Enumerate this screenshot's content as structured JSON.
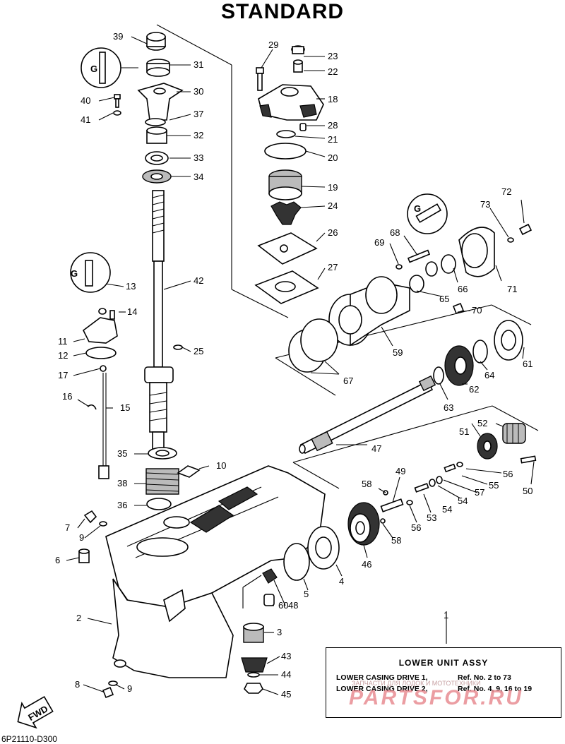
{
  "title": "STANDARD",
  "footer_code": "6P21110-D300",
  "fwd_label": "FWD",
  "assembly_box": {
    "title": "LOWER UNIT ASSY",
    "rows": [
      {
        "label": "LOWER CASING DRIVE 1,",
        "ref": "Ref. No. 2 to 73"
      },
      {
        "label": "LOWER CASING DRIVE 2,",
        "ref": "Ref. No. 4, 9, 16 to 19"
      }
    ]
  },
  "watermark": {
    "text": "PARTSFOR.RU",
    "subtext": "ЗАПЧАСТИ ДЛЯ ЛОДОК И МОТОТЕХНИКИ"
  },
  "callouts": {
    "c1": "1",
    "c2": "2",
    "c3": "3",
    "c4": "4",
    "c5": "5",
    "c6": "6",
    "c7": "7",
    "c8": "8",
    "c9a": "9",
    "c9b": "9",
    "c10": "10",
    "c11": "11",
    "c12": "12",
    "c13": "13",
    "c14": "14",
    "c15": "15",
    "c16": "16",
    "c17": "17",
    "c18": "18",
    "c19": "19",
    "c20": "20",
    "c21": "21",
    "c22": "22",
    "c23": "23",
    "c24": "24",
    "c25": "25",
    "c26": "26",
    "c27": "27",
    "c28": "28",
    "c29": "29",
    "c30": "30",
    "c31": "31",
    "c32": "32",
    "c33": "33",
    "c34": "34",
    "c35": "35",
    "c36": "36",
    "c37": "37",
    "c38": "38",
    "c39": "39",
    "c40": "40",
    "c41": "41",
    "c42": "42",
    "c43": "43",
    "c44": "44",
    "c45": "45",
    "c46": "46",
    "c47": "47",
    "c48": "48",
    "c49": "49",
    "c50": "50",
    "c51": "51",
    "c52": "52",
    "c53": "53",
    "c54a": "54",
    "c54b": "54",
    "c55": "55",
    "c56a": "56",
    "c56b": "56",
    "c57": "57",
    "c58a": "58",
    "c58b": "58",
    "c59": "59",
    "c60": "60",
    "c61": "61",
    "c62": "62",
    "c63": "63",
    "c64": "64",
    "c65": "65",
    "c66": "66",
    "c67": "67",
    "c68": "68",
    "c69": "69",
    "c70": "70",
    "c71": "71",
    "c72": "72",
    "c73": "73"
  }
}
